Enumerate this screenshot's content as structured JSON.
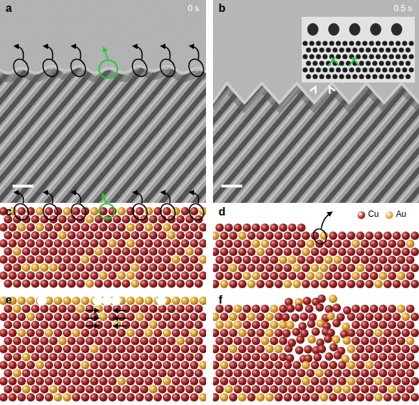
{
  "diagram": {
    "labels": [
      "a",
      "0 s",
      "b",
      "0.5 s",
      "c",
      "d",
      "e",
      "f"
    ],
    "legend": [
      {
        "text": "Cu",
        "color": "#a52a2a"
      },
      {
        "text": "Au",
        "color": "#e2a63a"
      }
    ]
  }
}
